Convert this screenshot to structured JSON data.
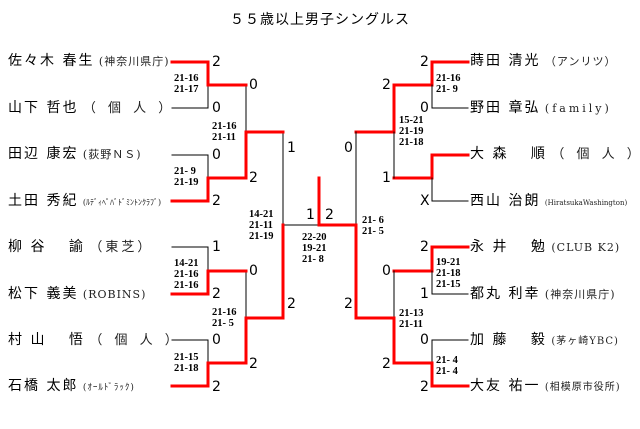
{
  "title": "５５歳以上男子シングルス",
  "left_players": [
    {
      "name": "佐々木 春生",
      "affiliation": "(神奈川県庁)"
    },
    {
      "name": "山下 哲也",
      "affiliation": "（ 個 人 ）"
    },
    {
      "name": "田辺 康宏",
      "affiliation": "(荻野ＮＳ)"
    },
    {
      "name": "土田 秀紀",
      "affiliation": "(ﾙﾃﾞｨﾍﾟﾊﾞﾄﾞﾐﾝﾄﾝｸﾗﾌﾞ)"
    },
    {
      "name": "柳 谷 　諭",
      "affiliation": "（東芝）"
    },
    {
      "name": "松下 義美",
      "affiliation": "(ROBINS)"
    },
    {
      "name": "村 山 　悟",
      "affiliation": "（ 個 人 ）"
    },
    {
      "name": "石橋 太郎",
      "affiliation": "(ｵｰﾙﾄﾞﾗｯｸ)"
    }
  ],
  "right_players": [
    {
      "name": "蒔田 清光",
      "affiliation": "（アンリツ）"
    },
    {
      "name": "野田 章弘",
      "affiliation": "(family)"
    },
    {
      "name": "大 森 　順",
      "affiliation": "（ 個 人 ）"
    },
    {
      "name": "西山 治朗",
      "affiliation": "(HiratsukaWashington)"
    },
    {
      "name": "永 井 　勉",
      "affiliation": "(CLUB K2)"
    },
    {
      "name": "都丸 利幸",
      "affiliation": "(神奈川県庁)"
    },
    {
      "name": "加 藤 　毅",
      "affiliation": "(茅ヶ崎YBC)"
    },
    {
      "name": "大友 祐一",
      "affiliation": "(相模原市役所)"
    }
  ],
  "left_scores": {
    "r1": [
      "2",
      "0",
      "0",
      "2",
      "1",
      "2",
      "0",
      "2"
    ],
    "r2": [
      "0",
      "2",
      "0",
      "2"
    ],
    "r3": [
      "1",
      "2"
    ]
  },
  "right_scores": {
    "r1": [
      "2",
      "0",
      "",
      "X",
      "2",
      "1",
      "0",
      "2"
    ],
    "r1_win3": "1",
    "r2": [
      "2",
      "0",
      "2"
    ],
    "r3": [
      "0",
      "2"
    ]
  },
  "final_scores": {
    "left": "1",
    "right": "2"
  },
  "left_matches": {
    "r1": [
      "21-16\n21-17",
      "21- 9\n21-19",
      "14-21\n21-16\n21-16",
      "21-15\n21-18"
    ],
    "r2": [
      "21-16\n21-11",
      "21-16\n21- 5"
    ],
    "r3": "14-21\n21-11\n21-19"
  },
  "right_matches": {
    "r1": [
      "21-16\n21- 9",
      "19-21\n21-18\n21-15",
      "21- 4\n21- 4"
    ],
    "r2": [
      "15-21\n21-19\n21-18",
      "21-13\n21-11"
    ],
    "r3": "21- 6\n21- 5"
  },
  "final_match": "22-20\n19-21\n21- 8",
  "colors": {
    "winner_line": "#ff0000",
    "loser_line": "#000000"
  }
}
